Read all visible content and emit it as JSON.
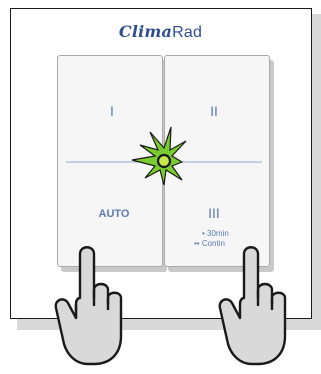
{
  "brand": {
    "name_part1": "Clima",
    "name_part2": "Rad",
    "color": "#2f4f8f"
  },
  "buttons": [
    {
      "label": "I"
    },
    {
      "label": "II"
    },
    {
      "label": "AUTO"
    },
    {
      "label": "III",
      "options": [
        "• 30min",
        "•• Contin"
      ]
    }
  ],
  "indicator": {
    "type": "led-burst",
    "fill": "#7acb2f",
    "center_fill": "#c9e64a"
  },
  "hands": [
    {
      "icon": "pointing-hand-icon"
    },
    {
      "icon": "pointing-hand-icon"
    }
  ],
  "colors": {
    "label": "#5a7ab6",
    "panel_border": "#1a1a1a",
    "button_border": "#a9a9a9"
  }
}
